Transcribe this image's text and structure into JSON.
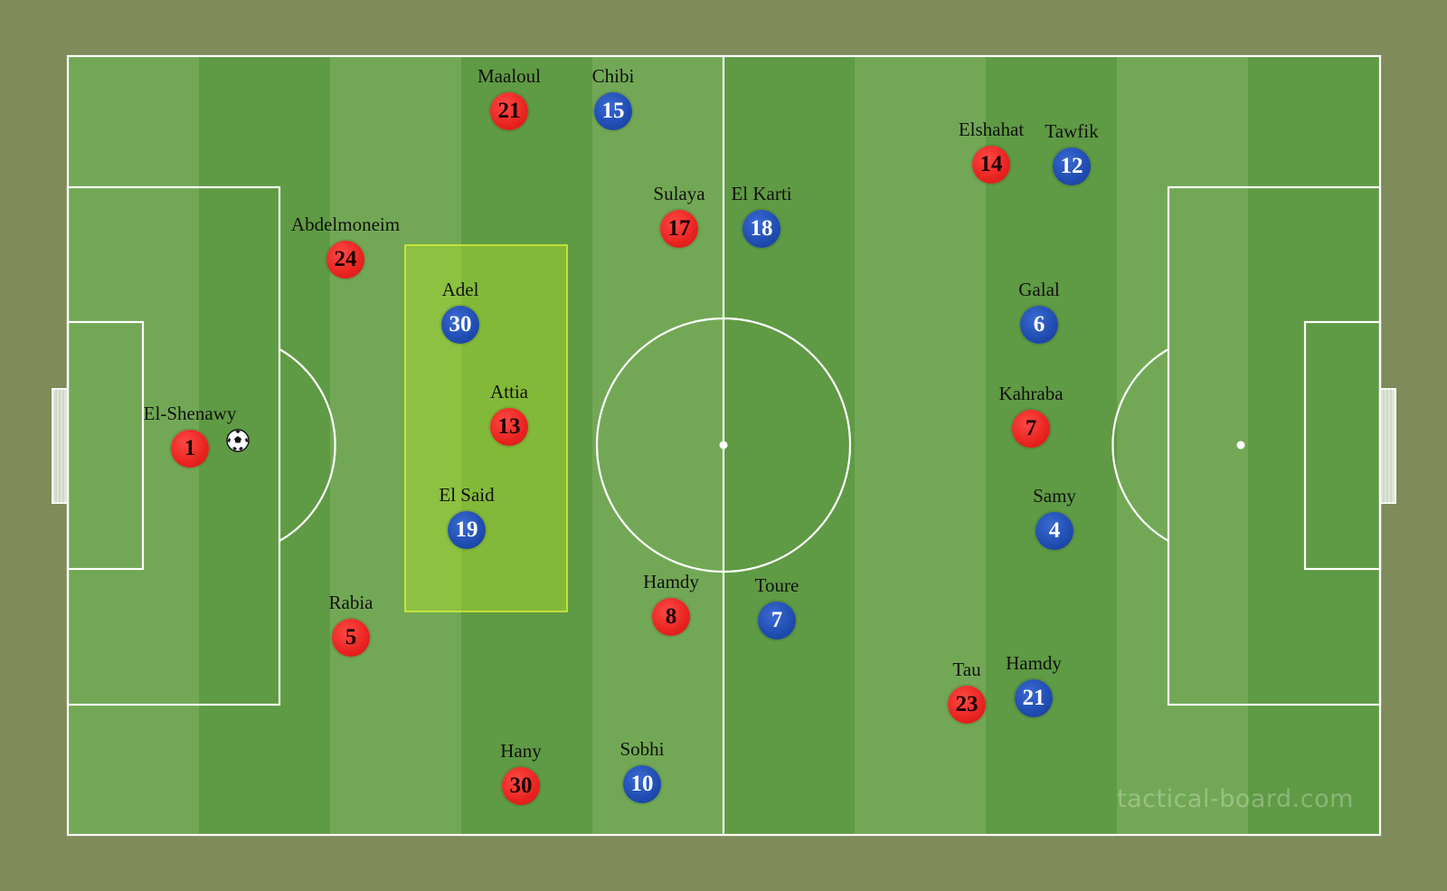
{
  "colors": {
    "background": "#7f8b5a",
    "stripe_light": "#72a855",
    "stripe_dark": "#5f9a44",
    "lines": "#ffffff",
    "highlight_zone": "#a8d62a",
    "team_red": "#e8231f",
    "team_blue": "#1f4cb0"
  },
  "watermark": "tactical-board.com",
  "ball": {
    "icon": "soccer-ball-icon"
  },
  "players": [
    {
      "id": "red-1",
      "team": "red",
      "number": "1",
      "name": "El-Shenawy"
    },
    {
      "id": "red-24",
      "team": "red",
      "number": "24",
      "name": "Abdelmoneim"
    },
    {
      "id": "red-5",
      "team": "red",
      "number": "5",
      "name": "Rabia"
    },
    {
      "id": "red-21",
      "team": "red",
      "number": "21",
      "name": "Maaloul"
    },
    {
      "id": "red-13",
      "team": "red",
      "number": "13",
      "name": "Attia"
    },
    {
      "id": "red-30",
      "team": "red",
      "number": "30",
      "name": "Hany"
    },
    {
      "id": "red-17",
      "team": "red",
      "number": "17",
      "name": "Sulaya"
    },
    {
      "id": "red-8",
      "team": "red",
      "number": "8",
      "name": "Hamdy"
    },
    {
      "id": "red-14",
      "team": "red",
      "number": "14",
      "name": "Elshahat"
    },
    {
      "id": "red-7",
      "team": "red",
      "number": "7",
      "name": "Kahraba"
    },
    {
      "id": "red-23",
      "team": "red",
      "number": "23",
      "name": "Tau"
    },
    {
      "id": "blue-15",
      "team": "blue",
      "number": "15",
      "name": "Chibi"
    },
    {
      "id": "blue-30",
      "team": "blue",
      "number": "30",
      "name": "Adel"
    },
    {
      "id": "blue-19",
      "team": "blue",
      "number": "19",
      "name": "El Said"
    },
    {
      "id": "blue-10",
      "team": "blue",
      "number": "10",
      "name": "Sobhi"
    },
    {
      "id": "blue-18",
      "team": "blue",
      "number": "18",
      "name": "El Karti"
    },
    {
      "id": "blue-7",
      "team": "blue",
      "number": "7",
      "name": "Toure"
    },
    {
      "id": "blue-12",
      "team": "blue",
      "number": "12",
      "name": "Tawfik"
    },
    {
      "id": "blue-6",
      "team": "blue",
      "number": "6",
      "name": "Galal"
    },
    {
      "id": "blue-4",
      "team": "blue",
      "number": "4",
      "name": "Samy"
    },
    {
      "id": "blue-21",
      "team": "blue",
      "number": "21",
      "name": "Hamdy"
    }
  ]
}
